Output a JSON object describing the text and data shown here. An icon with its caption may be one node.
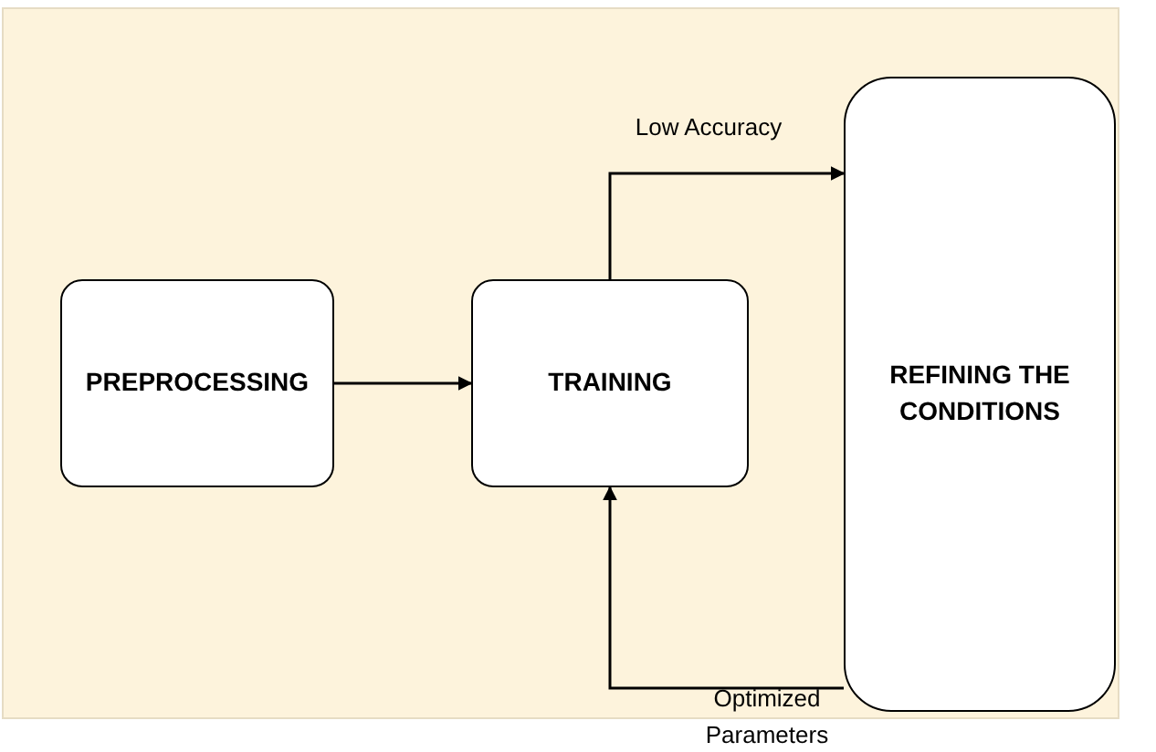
{
  "diagram": {
    "nodes": [
      {
        "text": [
          "PREPROCESSING"
        ]
      },
      {
        "text": [
          "TRAINING"
        ]
      },
      {
        "text": [
          "REFINING THE CONDITIONS"
        ]
      }
    ],
    "edges": [
      {
        "from": 0,
        "to": 1,
        "arrow": "to"
      },
      {
        "from": 1,
        "to": 2,
        "arrow": "to",
        "label": "Low Accuracy"
      },
      {
        "from": 2,
        "to": 1,
        "arrow": "to",
        "label": "Optimized Parameters"
      }
    ]
  }
}
